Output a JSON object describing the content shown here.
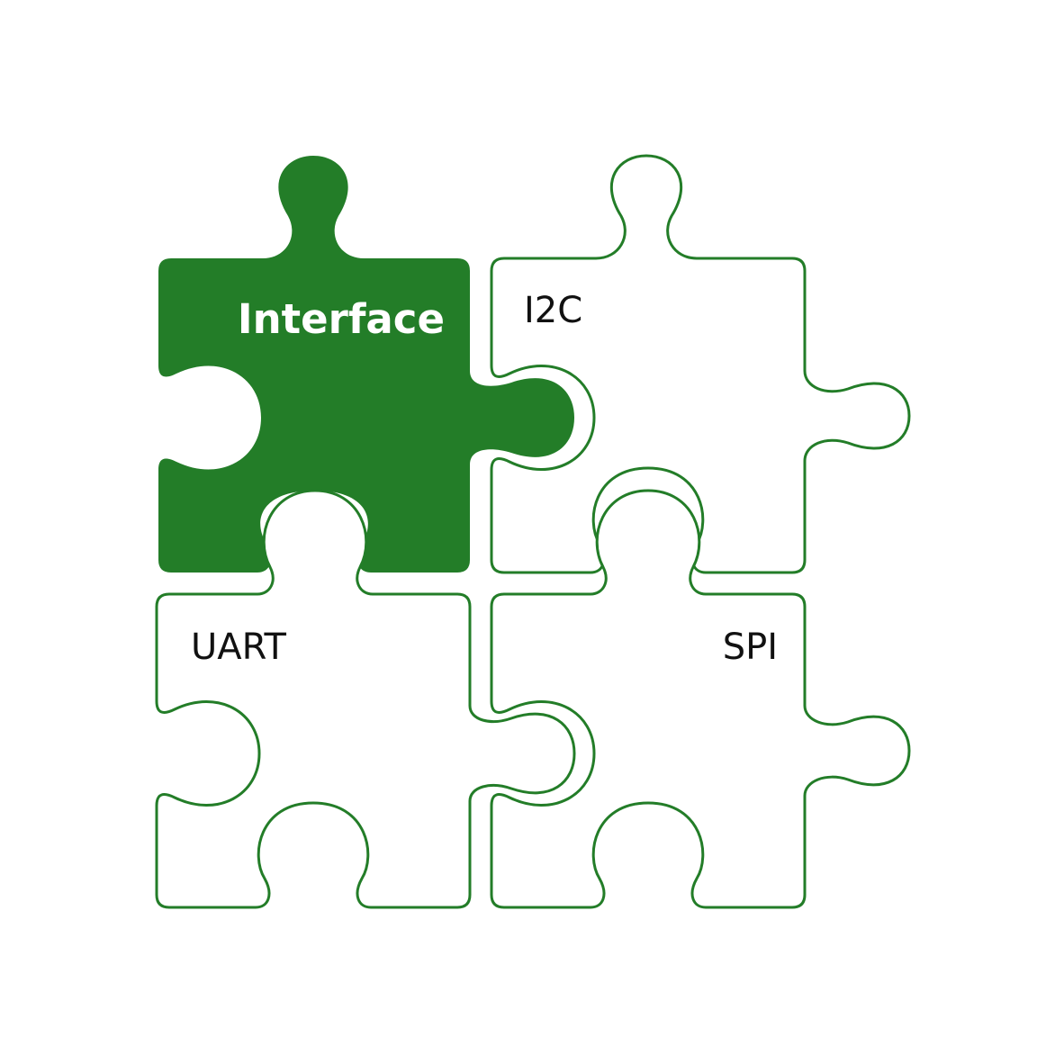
{
  "colors": {
    "accent": "#237d28",
    "background": "#ffffff",
    "label_dark": "#111111",
    "label_light": "#ffffff"
  },
  "pieces": {
    "interface": {
      "label": "Interface",
      "filled": true
    },
    "i2c": {
      "label": "I2C",
      "filled": false
    },
    "uart": {
      "label": "UART",
      "filled": false
    },
    "spi": {
      "label": "SPI",
      "filled": false
    }
  }
}
